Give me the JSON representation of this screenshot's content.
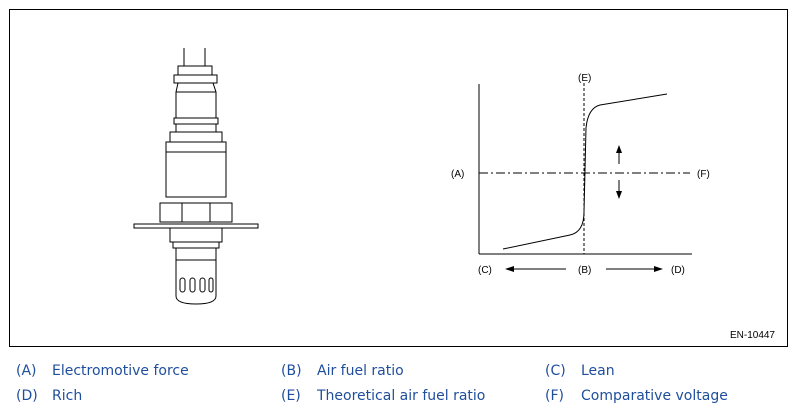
{
  "figure": {
    "graph_labels": {
      "A": "(A)",
      "B": "(B)",
      "C": "(C)",
      "D": "(D)",
      "E": "(E)",
      "F": "(F)"
    },
    "code": "EN-10447"
  },
  "legend": [
    {
      "key": "(A)",
      "text": "Electromotive force"
    },
    {
      "key": "(B)",
      "text": "Air fuel ratio"
    },
    {
      "key": "(C)",
      "text": "Lean"
    },
    {
      "key": "(D)",
      "text": "Rich"
    },
    {
      "key": "(E)",
      "text": "Theoretical air fuel ratio"
    },
    {
      "key": "(F)",
      "text": "Comparative voltage"
    }
  ],
  "colors": {
    "legend_text": "#1f4e9c",
    "line": "#000000"
  }
}
